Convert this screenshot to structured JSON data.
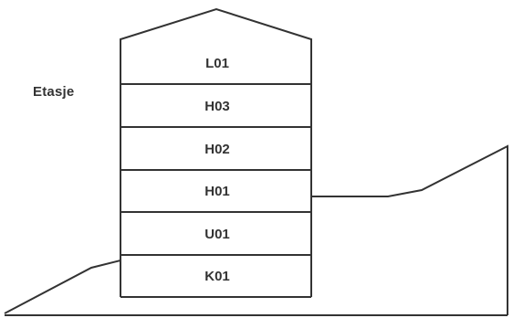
{
  "diagram": {
    "label": "Etasje",
    "floors": [
      {
        "id": "L01"
      },
      {
        "id": "H03"
      },
      {
        "id": "H02"
      },
      {
        "id": "H01"
      },
      {
        "id": "U01"
      },
      {
        "id": "K01"
      }
    ]
  },
  "colors": {
    "stroke": "#333333",
    "text": "#333333",
    "background": "#ffffff"
  }
}
